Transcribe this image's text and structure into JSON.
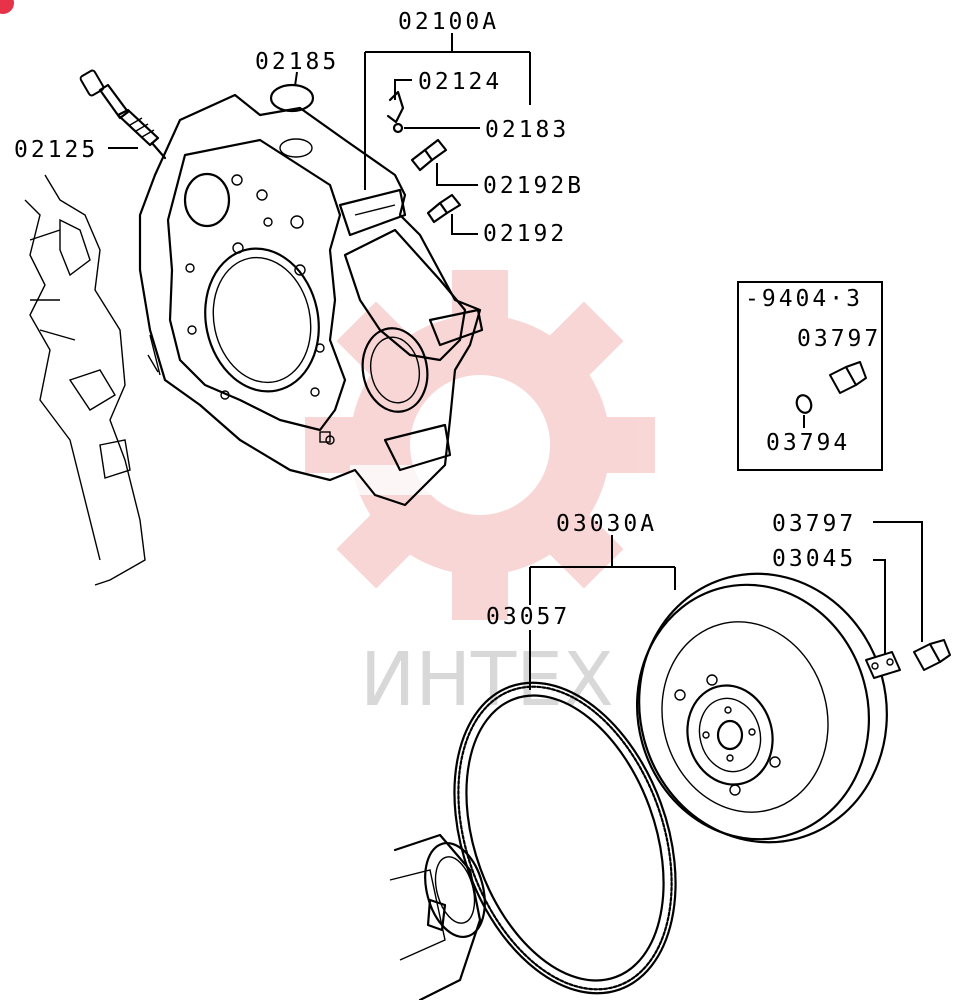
{
  "watermark": {
    "text": "ИНТЕХ",
    "color": "#f4b6b6"
  },
  "callouts": {
    "c02100A": "02100A",
    "c02185": "02185",
    "c02124": "02124",
    "c02183": "02183",
    "c02192B": "02192B",
    "c02192": "02192",
    "c02125": "02125",
    "c03030A": "03030A",
    "c03057": "03057",
    "c03797b": "03797",
    "c03045": "03045"
  },
  "inset": {
    "header": "-9404·3",
    "c03797": "03797",
    "c03794": "03794"
  },
  "parts": {
    "flywheel_housing": "flywheel-housing",
    "ring_gear": "ring-gear",
    "flywheel": "flywheel"
  }
}
